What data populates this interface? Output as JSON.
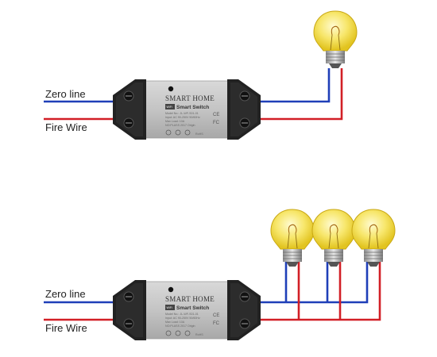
{
  "colors": {
    "zero_line_wire": "#1f3fb8",
    "fire_wire": "#d21f26",
    "housing_gray": "#bfbfbf",
    "terminal_black": "#1e1e1e",
    "bulb_glass": "#f6e35a"
  },
  "top_diagram": {
    "zero_line_label": "Zero line",
    "fire_wire_label": "Fire Wire",
    "bulb_count": 1
  },
  "bottom_diagram": {
    "zero_line_label": "Zero line",
    "fire_wire_label": "Fire Wire",
    "bulb_count": 3
  },
  "device": {
    "brand": "SMART HOME",
    "badge": "WiFi",
    "model_title": "Smart Switch",
    "spec_lines": [
      "Model No.: JL-WF-S01-01",
      "Input: AC 90-250V 50/60Hz",
      "Max Load: 10A",
      "NO:PLASS 2017 Origin"
    ],
    "certifications": [
      "CE",
      "FC",
      "RoHS"
    ]
  }
}
